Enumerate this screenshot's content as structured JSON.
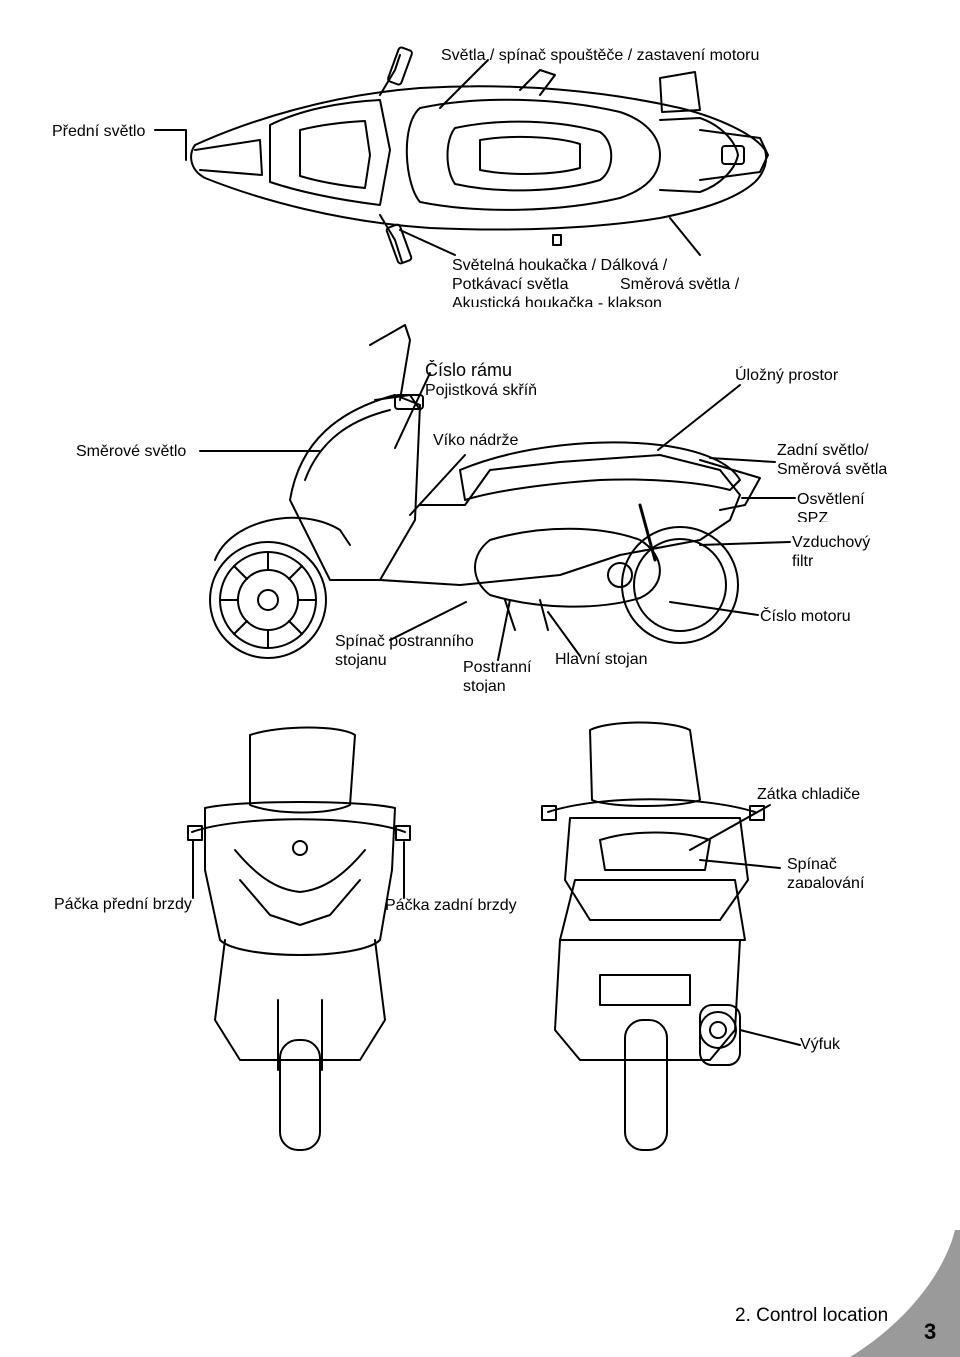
{
  "top_view": {
    "label_lights_switch": "Světla / spínač spouštěče / zastavení motoru",
    "label_headlight": "Přední světlo",
    "label_passing_line1": "Světelná houkačka / Dálková /",
    "label_passing_line2": "Potkávací světla",
    "label_turn_signals": "Směrová světla /",
    "label_horn": "Akustická houkačka - klakson"
  },
  "side_view": {
    "label_frame_number": "Číslo rámu",
    "label_fuse_box": "Pojistková skříň",
    "label_storage": "Úložný prostor",
    "label_front_turn": "Směrové světlo",
    "label_tank_cap": "Víko nádrže",
    "label_rear_light_line1": "Zadní světlo/",
    "label_rear_light_line2": "Směrová světla",
    "label_plate_line1": "Osvětlení",
    "label_plate_line2": "SPZ",
    "label_air_filter_line1": "Vzduchový",
    "label_air_filter_line2": "filtr",
    "label_engine_number": "Číslo motoru",
    "label_side_stand_switch_line1": "Spínač postranního",
    "label_side_stand_switch_line2": "stojanu",
    "label_side_stand_line1": "Postranní",
    "label_side_stand_line2": "stojan",
    "label_main_stand": "Hlavní stojan"
  },
  "front_rear_view": {
    "label_radiator_cap": "Zátka chladiče",
    "label_ignition_line1": "Spínač",
    "label_ignition_line2": "zapalování",
    "label_front_brake": "Páčka přední brzdy",
    "label_rear_brake": "Páčka zadní brzdy",
    "label_exhaust": "Výfuk"
  },
  "footer": {
    "section": "2.  Control  location",
    "page": "3"
  }
}
